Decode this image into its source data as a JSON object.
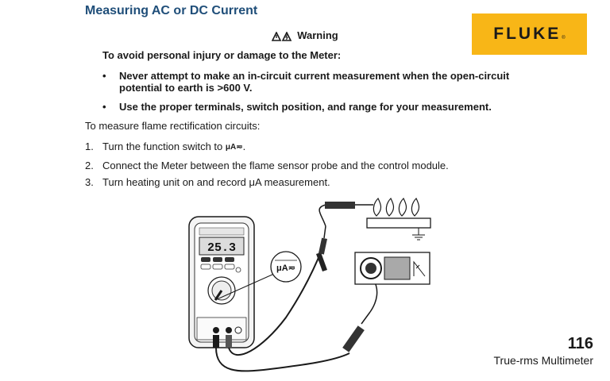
{
  "header": {
    "title": "Measuring AC or DC Current",
    "logo_text": "FLUKE",
    "logo_mark": "®",
    "logo_color": "#f8b617"
  },
  "warning": {
    "label": "Warning",
    "intro": "To avoid personal injury or damage to the Meter:",
    "bullets": [
      {
        "line1": "Never attempt to make an in-circuit current measurement when the open-circuit",
        "line2": "potential to earth is >600 V."
      },
      {
        "line1": "Use the proper terminals, switch position, and range for your measurement.",
        "line2": ""
      }
    ]
  },
  "procedure": {
    "intro": "To measure flame rectification circuits:",
    "steps": [
      {
        "num": "1.",
        "text": "Turn the function switch to",
        "symbol": "μA≂",
        "end": "."
      },
      {
        "num": "2.",
        "text": "Connect the Meter between the flame sensor probe and the control module."
      },
      {
        "num": "3.",
        "text": "Turn heating unit on and record μA measurement."
      }
    ]
  },
  "figure": {
    "display_reading": "25.3",
    "dial_label": "μA≂"
  },
  "footer": {
    "page_number": "116",
    "subtitle": "True-rms Multimeter"
  }
}
